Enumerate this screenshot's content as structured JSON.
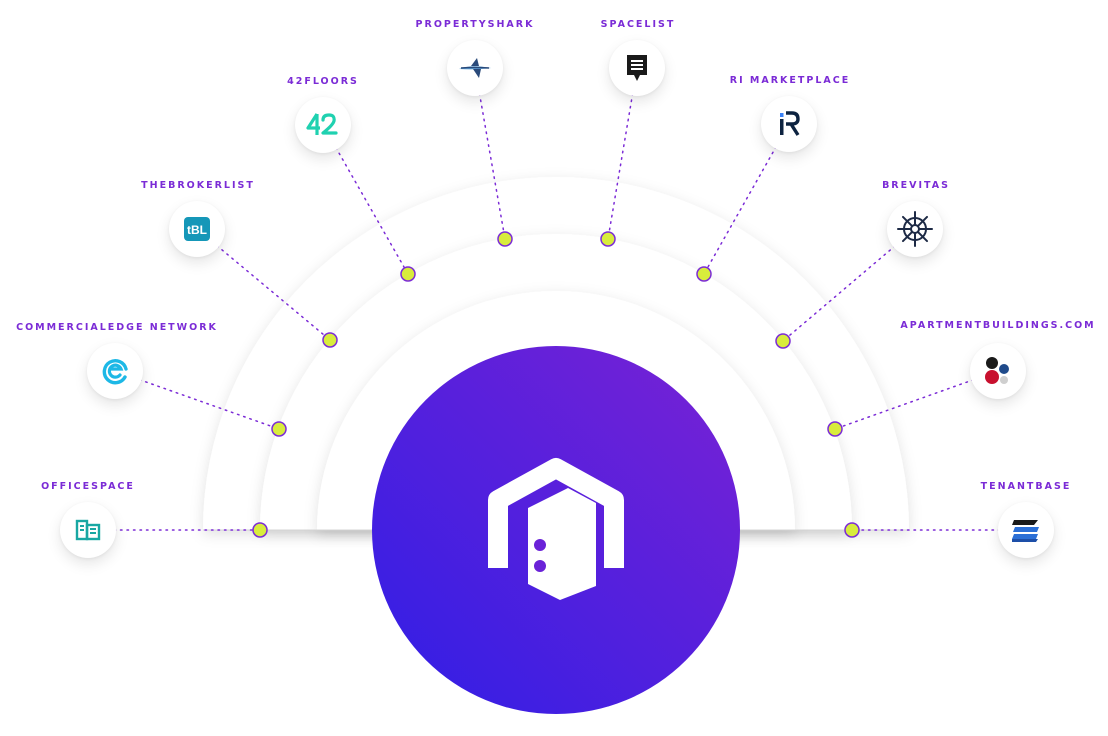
{
  "diagram": {
    "hub": {
      "icon": "house-logo-icon",
      "gradient": [
        "#2f1ee6",
        "#7a22d4"
      ]
    },
    "accent_color": "#7b2bd6",
    "connector_color": "#d8ec3c",
    "platforms": [
      {
        "id": "officespace",
        "label": "OFFICESPACE",
        "icon": "officespace-building-icon",
        "color": "#18a7a3"
      },
      {
        "id": "commercialedge",
        "label": "COMMERCIALEDGE NETWORK",
        "icon": "commercialedge-e-icon",
        "color": "#1db8e6"
      },
      {
        "id": "thebrokerlist",
        "label": "THEBROKERLIST",
        "icon": "thebrokerlist-tbl-icon",
        "color": "#1597b8"
      },
      {
        "id": "42floors",
        "label": "42FLOORS",
        "icon": "42floors-logo-icon",
        "color": "#1fd1b0"
      },
      {
        "id": "propertyshark",
        "label": "PROPERTYSHARK",
        "icon": "propertyshark-shark-icon",
        "color": "#2a4a7a"
      },
      {
        "id": "spacelist",
        "label": "SPACELIST",
        "icon": "spacelist-document-icon",
        "color": "#1a1a1a"
      },
      {
        "id": "ri-marketplace",
        "label": "RI MARKETPLACE",
        "icon": "ri-marketplace-r-icon",
        "color": "#0d2340"
      },
      {
        "id": "brevitas",
        "label": "BREVITAS",
        "icon": "brevitas-wheel-icon",
        "color": "#1d2a45"
      },
      {
        "id": "apartmentbuildings",
        "label": "APARTMENTBUILDINGS.COM",
        "icon": "apartmentbuildings-dots-icon",
        "color": "#c8102e"
      },
      {
        "id": "tenantbase",
        "label": "TENANTBASE",
        "icon": "tenantbase-stack-icon",
        "color": "#2b6fd6"
      }
    ]
  }
}
